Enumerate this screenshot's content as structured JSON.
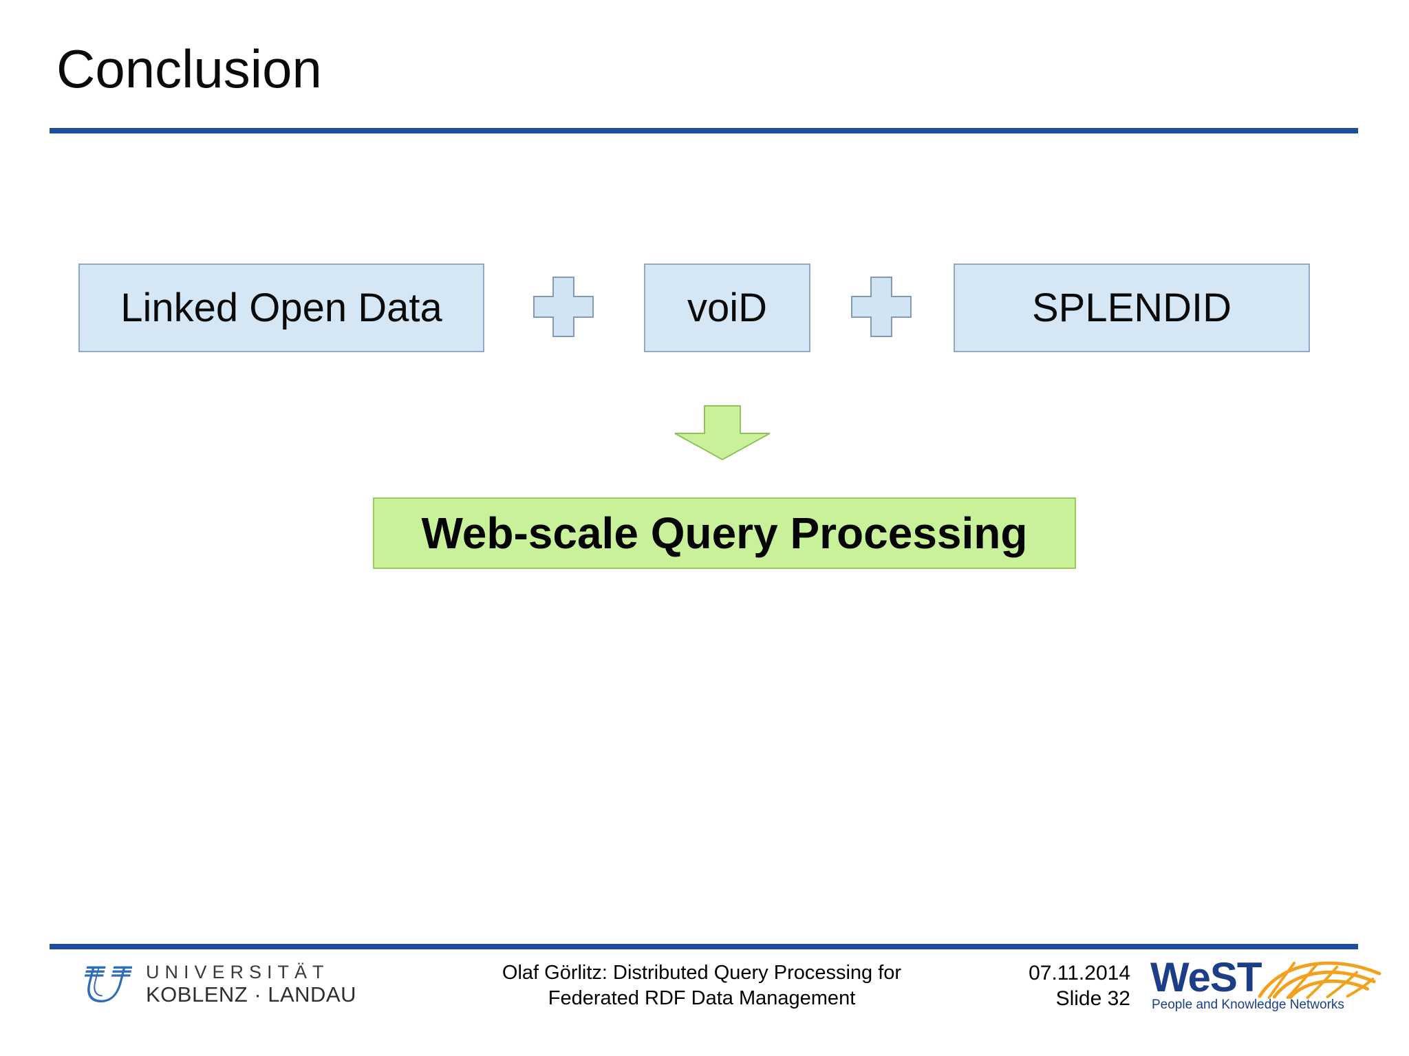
{
  "title": "Conclusion",
  "diagram": {
    "sources": [
      {
        "label": "Linked Open Data"
      },
      {
        "label": "voiD"
      },
      {
        "label": "SPLENDID"
      }
    ],
    "operators": {
      "plus": "plus",
      "arrow": "arrow-down"
    },
    "result": "Web-scale Query Processing"
  },
  "footer": {
    "university": {
      "line1": "UNIVERSITÄT",
      "line2": "KOBLENZ · LANDAU"
    },
    "reference": {
      "line1": "Olaf Görlitz: Distributed Query Processing for",
      "line2": "Federated RDF Data Management"
    },
    "date": "07.11.2014",
    "slide": "Slide 32",
    "west": {
      "name": "WeST",
      "tagline": "People and Knowledge Networks"
    }
  },
  "colors": {
    "accent_blue": "#1d4e9e",
    "box_fill": "#d5e7f5",
    "box_border": "#90a9c4",
    "plus_fill": "#d0e4f4",
    "plus_border": "#8499b8",
    "green_fill": "#c9f19a",
    "green_border": "#9dc95f",
    "west_navy": "#1c3e87",
    "west_orange": "#f3a11d",
    "uni_blue": "#2f6db5"
  }
}
